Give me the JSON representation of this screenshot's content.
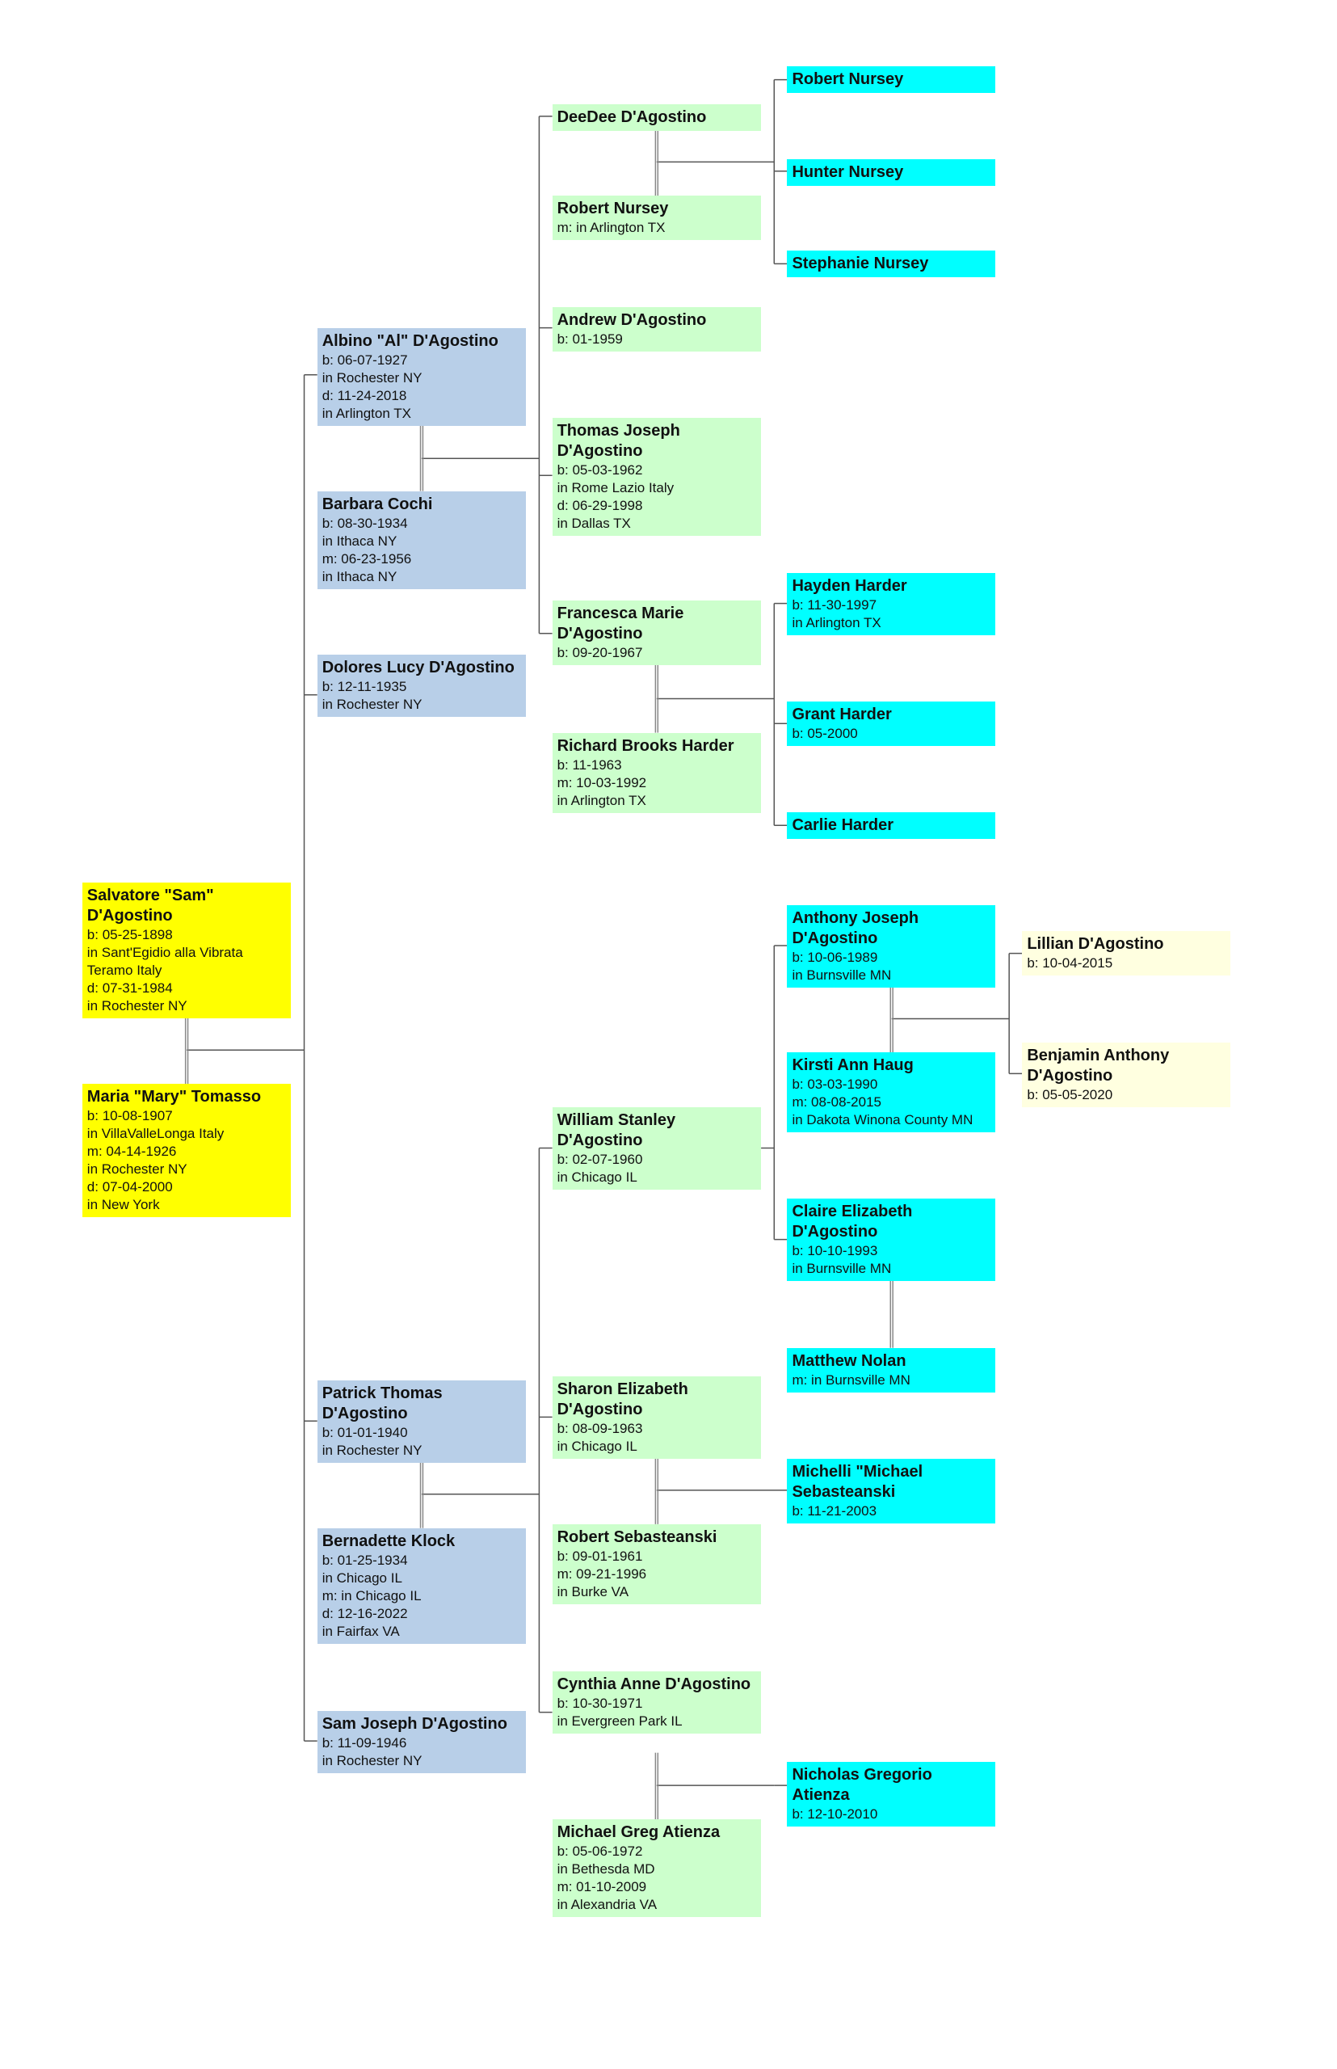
{
  "colors": {
    "gen1": "#ffff00",
    "gen2": "#b8cfe8",
    "gen3": "#ccffcc",
    "gen4": "#00ffff",
    "gen5": "#ffffe0",
    "line": "#555555",
    "couple_line": "#888888"
  },
  "people": [
    {
      "name": "Salvatore \"Sam\" D'Agostino",
      "details": [
        "b: 05-25-1898",
        "in Sant'Egidio alla Vibrata Teramo Italy",
        "d: 07-31-1984",
        "in Rochester NY"
      ],
      "gen": "gen1"
    },
    {
      "name": "Maria \"Mary\" Tomasso",
      "details": [
        "b: 10-08-1907",
        "in VillaValleLonga Italy",
        "m: 04-14-1926",
        "in Rochester NY",
        "d: 07-04-2000",
        "in New York"
      ],
      "gen": "gen1"
    },
    {
      "name": "Albino \"Al\" D'Agostino",
      "details": [
        "b: 06-07-1927",
        "in Rochester NY",
        "d: 11-24-2018",
        "in Arlington TX"
      ],
      "gen": "gen2"
    },
    {
      "name": "Barbara Cochi",
      "details": [
        "b: 08-30-1934",
        "in Ithaca NY",
        "m: 06-23-1956",
        "in Ithaca NY"
      ],
      "gen": "gen2"
    },
    {
      "name": "Dolores Lucy D'Agostino",
      "details": [
        "b: 12-11-1935",
        "in Rochester NY"
      ],
      "gen": "gen2"
    },
    {
      "name": "Patrick Thomas D'Agostino",
      "details": [
        "b: 01-01-1940",
        "in Rochester NY"
      ],
      "gen": "gen2"
    },
    {
      "name": "Bernadette Klock",
      "details": [
        "b: 01-25-1934",
        "in Chicago IL",
        "m: in Chicago IL",
        "d: 12-16-2022",
        "in Fairfax VA"
      ],
      "gen": "gen2"
    },
    {
      "name": "Sam Joseph D'Agostino",
      "details": [
        "b: 11-09-1946",
        "in Rochester NY"
      ],
      "gen": "gen2"
    },
    {
      "name": "DeeDee D'Agostino",
      "details": [],
      "gen": "gen3"
    },
    {
      "name": "Robert Nursey",
      "details": [
        "m: in Arlington TX"
      ],
      "gen": "gen3"
    },
    {
      "name": "Andrew D'Agostino",
      "details": [
        "b: 01-1959"
      ],
      "gen": "gen3"
    },
    {
      "name": "Thomas Joseph D'Agostino",
      "details": [
        "b: 05-03-1962",
        "in Rome Lazio Italy",
        "d: 06-29-1998",
        "in Dallas TX"
      ],
      "gen": "gen3"
    },
    {
      "name": "Francesca Marie D'Agostino",
      "details": [
        "b: 09-20-1967"
      ],
      "gen": "gen3"
    },
    {
      "name": "Richard Brooks Harder",
      "details": [
        "b: 11-1963",
        "m: 10-03-1992",
        "in Arlington TX"
      ],
      "gen": "gen3"
    },
    {
      "name": "William Stanley D'Agostino",
      "details": [
        "b: 02-07-1960",
        "in Chicago IL"
      ],
      "gen": "gen3"
    },
    {
      "name": "Sharon Elizabeth D'Agostino",
      "details": [
        "b: 08-09-1963",
        "in Chicago IL"
      ],
      "gen": "gen3"
    },
    {
      "name": "Robert Sebasteanski",
      "details": [
        "b: 09-01-1961",
        "m: 09-21-1996",
        "in Burke VA"
      ],
      "gen": "gen3"
    },
    {
      "name": "Cynthia Anne D'Agostino",
      "details": [
        "b: 10-30-1971",
        "in Evergreen Park IL"
      ],
      "gen": "gen3"
    },
    {
      "name": "Michael Greg Atienza",
      "details": [
        "b: 05-06-1972",
        "in Bethesda MD",
        "m: 01-10-2009",
        "in Alexandria VA"
      ],
      "gen": "gen3"
    },
    {
      "name": "Robert Nursey",
      "details": [],
      "gen": "gen4"
    },
    {
      "name": "Hunter Nursey",
      "details": [],
      "gen": "gen4"
    },
    {
      "name": "Stephanie Nursey",
      "details": [],
      "gen": "gen4"
    },
    {
      "name": "Hayden Harder",
      "details": [
        "b: 11-30-1997",
        "in Arlington TX"
      ],
      "gen": "gen4"
    },
    {
      "name": "Grant Harder",
      "details": [
        "b: 05-2000"
      ],
      "gen": "gen4"
    },
    {
      "name": "Carlie Harder",
      "details": [],
      "gen": "gen4"
    },
    {
      "name": "Anthony Joseph D'Agostino",
      "details": [
        "b: 10-06-1989",
        "in Burnsville MN"
      ],
      "gen": "gen4"
    },
    {
      "name": "Kirsti Ann Haug",
      "details": [
        "b: 03-03-1990",
        "m: 08-08-2015",
        "in Dakota Winona County MN"
      ],
      "gen": "gen4"
    },
    {
      "name": "Claire Elizabeth D'Agostino",
      "details": [
        "b: 10-10-1993",
        "in Burnsville MN"
      ],
      "gen": "gen4"
    },
    {
      "name": "Matthew Nolan",
      "details": [
        "m: in Burnsville MN"
      ],
      "gen": "gen4"
    },
    {
      "name": "Michelli \"Michael Sebasteanski",
      "details": [
        "b: 11-21-2003"
      ],
      "gen": "gen4"
    },
    {
      "name": "Nicholas Gregorio Atienza",
      "details": [
        "b: 12-10-2010"
      ],
      "gen": "gen4"
    },
    {
      "name": "Lillian D'Agostino",
      "details": [
        "b: 10-04-2015"
      ],
      "gen": "gen5"
    },
    {
      "name": "Benjamin Anthony D'Agostino",
      "details": [
        "b: 05-05-2020"
      ],
      "gen": "gen5"
    }
  ]
}
